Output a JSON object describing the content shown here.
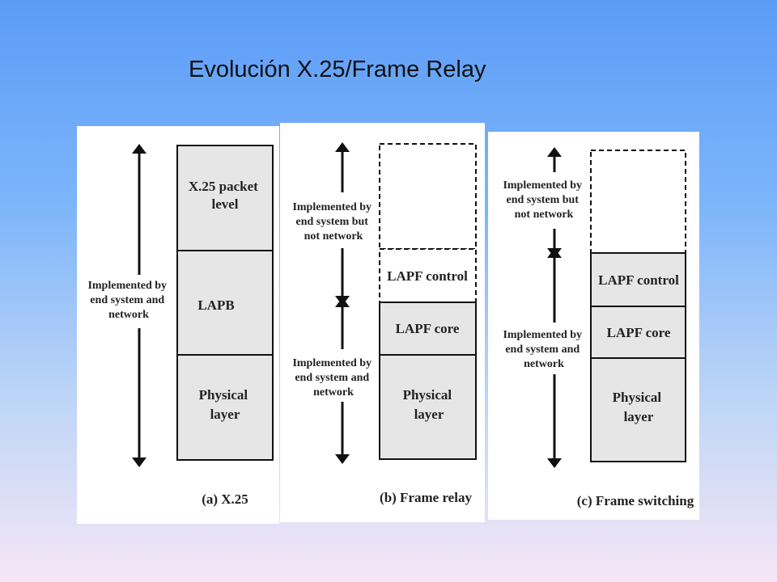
{
  "title": "Evolución X.25/Frame Relay",
  "panels": [
    {
      "caption": "(a) X.25",
      "boxes": [
        [
          "X.25 packet",
          "level"
        ],
        [
          "LAPB"
        ],
        [
          "Physical",
          "layer"
        ]
      ],
      "side_label": [
        "Implemented by",
        "end system and",
        "network"
      ]
    },
    {
      "caption": "(b) Frame relay",
      "boxes": [
        [
          "LAPF control"
        ],
        [
          "LAPF core"
        ],
        [
          "Physical",
          "layer"
        ]
      ],
      "upper_label": [
        "Implemented by",
        "end system but",
        "not network"
      ],
      "lower_label": [
        "Implemented by",
        "end system and",
        "network"
      ]
    },
    {
      "caption": "(c) Frame switching",
      "boxes": [
        [
          "LAPF control"
        ],
        [
          "LAPF core"
        ],
        [
          "Physical",
          "layer"
        ]
      ],
      "upper_label": [
        "Implemented by",
        "end system but",
        "not network"
      ],
      "lower_label": [
        "Implemented by",
        "end system and",
        "network"
      ]
    }
  ]
}
